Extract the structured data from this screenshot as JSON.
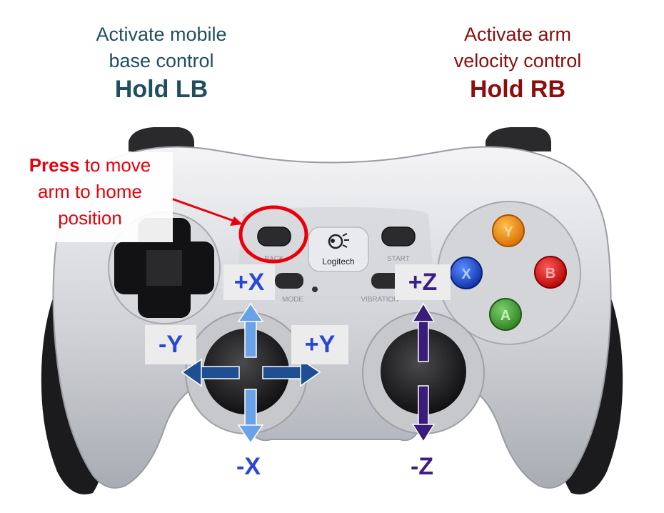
{
  "captions": {
    "left": {
      "line1": "Activate mobile",
      "line2": "base control",
      "hold": "Hold LB",
      "color": "#1f4e5f"
    },
    "right": {
      "line1": "Activate arm",
      "line2": "velocity control",
      "hold": "Hold RB",
      "color": "#8b0d0d"
    }
  },
  "callout": {
    "bold": "Press",
    "rest1": " to move",
    "rest2": "arm to home",
    "rest3": "position",
    "color": "#e8000b"
  },
  "controller": {
    "brand": "Logitech",
    "buttons": {
      "back": "BACK",
      "start": "START",
      "mode": "MODE",
      "vibration": "VIBRATION",
      "y": "Y",
      "b": "B",
      "x": "X",
      "a": "A"
    }
  },
  "axes": {
    "plus_x": "+X",
    "minus_x": "-X",
    "plus_y": "+Y",
    "minus_y": "-Y",
    "plus_z": "+Z",
    "minus_z": "-Z"
  },
  "colors": {
    "x_arrow": "#6aa2e8",
    "y_arrow": "#1f4f93",
    "z_arrow": "#3a1c7a",
    "highlight_ring": "#e8000b"
  }
}
